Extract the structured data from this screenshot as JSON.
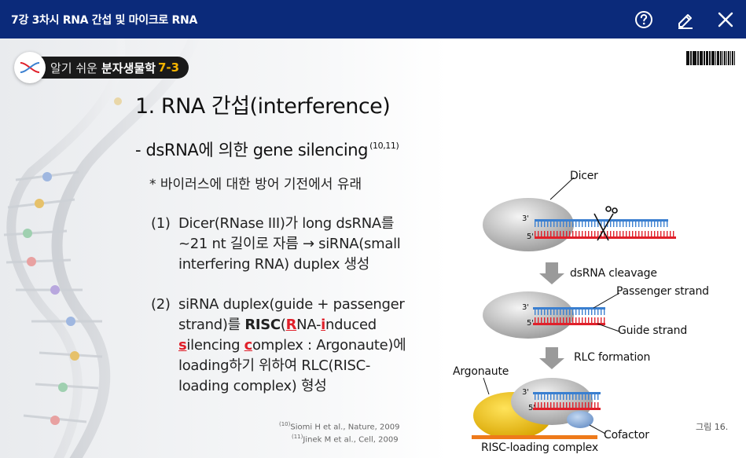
{
  "window": {
    "title": "7강 3차시 RNA 간섭 및 마이크로 RNA"
  },
  "toolbar": {
    "help_icon": "help-circle-icon",
    "edit_icon": "pencil-icon",
    "close_icon": "close-icon"
  },
  "badge": {
    "light_text": "알기 쉬운",
    "bold_text": "분자생물학",
    "number": "7-3"
  },
  "slide": {
    "heading": "1. RNA 간섭(interference)",
    "subheading": "- dsRNA에 의한 gene silencing",
    "subheading_ref": "(10,11)",
    "note": "* 바이러스에 대한 방어 기전에서 유래",
    "item1_num": "(1)",
    "item1_line1": "Dicer(RNase III)가 long dsRNA를",
    "item1_line2": "~21 nt 길이로 자름 → siRNA(small",
    "item1_line3": "interfering RNA) duplex 생성",
    "item2_num": "(2)",
    "item2_line1": "siRNA duplex(guide + passenger",
    "item2_line2_a": "strand)를 ",
    "item2_line2_risc": "RISC",
    "item2_line2_b": "(",
    "item2_line2_R": "R",
    "item2_line2_c": "NA-",
    "item2_line2_i": "i",
    "item2_line2_d": "nduced",
    "item2_line3_s": "s",
    "item2_line3_a": "ilencing ",
    "item2_line3_c": "c",
    "item2_line3_b": "omplex : Argonaute)에",
    "item2_line4": "loading하기 위하여 RLC(RISC-",
    "item2_line5": "loading complex) 형성",
    "ref1_mark": "(10)",
    "ref1": "Siomi H et al., Nature, 2009",
    "ref2_mark": "(11)",
    "ref2": "Jinek M et al., Cell, 2009",
    "figure_number": "그림 16."
  },
  "diagram": {
    "dicer": "Dicer",
    "prime3": "3'",
    "prime5": "5'",
    "step1": "dsRNA cleavage",
    "passenger": "Passenger strand",
    "guide": "Guide strand",
    "step2": "RLC formation",
    "argonaute": "Argonaute",
    "cofactor": "Cofactor",
    "risc_loading": "RISC-loading complex",
    "colors": {
      "passenger_strand": "#3a7fd0",
      "guide_strand": "#e0202a",
      "argonaute": "#f2c200",
      "cofactor": "#7ea6d8",
      "bar": "#ee7a1a"
    }
  },
  "colors": {
    "topbar": "#0b2a7a",
    "accent_red": "#e0202a",
    "badge_number": "#f4b400"
  }
}
